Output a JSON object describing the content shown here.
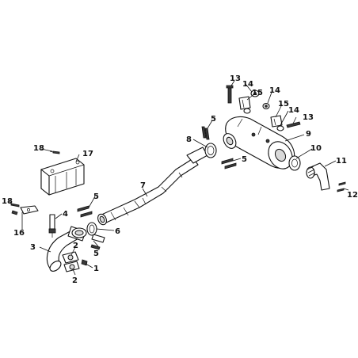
{
  "callouts": {
    "c1": "1",
    "c2": "2",
    "c3": "3",
    "c4": "4",
    "c5a": "5",
    "c5b": "5",
    "c5c": "5",
    "c5d": "5",
    "c6": "6",
    "c7": "7",
    "c8": "8",
    "c9": "9",
    "c10": "10",
    "c11": "11",
    "c12": "12",
    "c13a": "13",
    "c13b": "13",
    "c14a": "14",
    "c14b": "14",
    "c14c": "14",
    "c15a": "15",
    "c15b": "15",
    "c16": "16",
    "c17": "17",
    "c18a": "18",
    "c18b": "18"
  },
  "colors": {
    "line": "#111111",
    "shade": "#d9d9d9",
    "background": "#ffffff"
  }
}
